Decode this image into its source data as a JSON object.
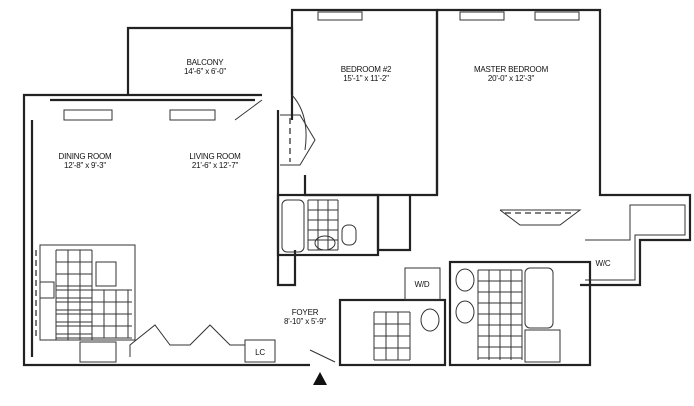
{
  "rooms": {
    "balcony": {
      "name": "BALCONY",
      "dims": "14'-6\" x 6'-0\""
    },
    "dining": {
      "name": "DINING ROOM",
      "dims": "12'-8\" x 9'-3\""
    },
    "living": {
      "name": "LIVING ROOM",
      "dims": "21'-6\" x 12'-7\""
    },
    "bedroom2": {
      "name": "BEDROOM #2",
      "dims": "15'-1\" x 11'-2\""
    },
    "master": {
      "name": "MASTER BEDROOM",
      "dims": "20'-0\" x 12'-3\""
    },
    "foyer": {
      "name": "FOYER",
      "dims": "8'-10\" x 5'-9\""
    }
  },
  "fixtures": {
    "washer_dryer": "W/D",
    "walk_in_closet": "W/C",
    "linen_closet": "LC"
  }
}
